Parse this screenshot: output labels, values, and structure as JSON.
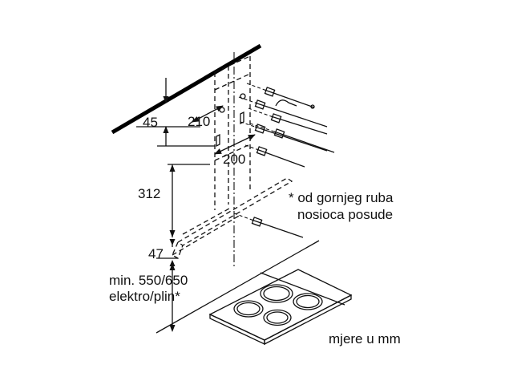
{
  "diagram": {
    "dimensions": {
      "d45": "45",
      "d210": "210",
      "d200": "200",
      "d312": "312",
      "d47": "47",
      "min_line1": "min. 550/650",
      "min_line2": "elektro/plin*"
    },
    "note": {
      "line1": "* od gornjeg ruba",
      "line2": "nosioca posude"
    },
    "units": "mjere u mm"
  }
}
